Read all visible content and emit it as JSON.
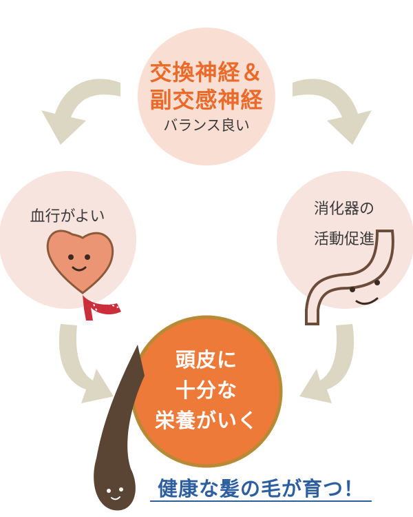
{
  "top": {
    "line1": "交換神経＆",
    "line2": "副交感神経",
    "line3": "バランス良い"
  },
  "left": {
    "label": "血行がよい",
    "icon": "heart-face-icon"
  },
  "right": {
    "line1": "消化器の",
    "line2": "活動促進",
    "icon": "stomach-face-icon"
  },
  "center": {
    "line1": "頭皮に",
    "line2": "十分な",
    "line3": "栄養がいく"
  },
  "hair_icon": "hair-strand-face-icon",
  "tagline": "健康な髪の毛が育つ！",
  "colors": {
    "top_circle": "#f9dfd3",
    "side_circle": "#f7e4df",
    "center_circle": "#ee7a3a",
    "center_ring": "#b98a36",
    "arrow": "#dcd7c3",
    "accent_text": "#ea6a2a",
    "tagline": "#2c5ea0"
  }
}
